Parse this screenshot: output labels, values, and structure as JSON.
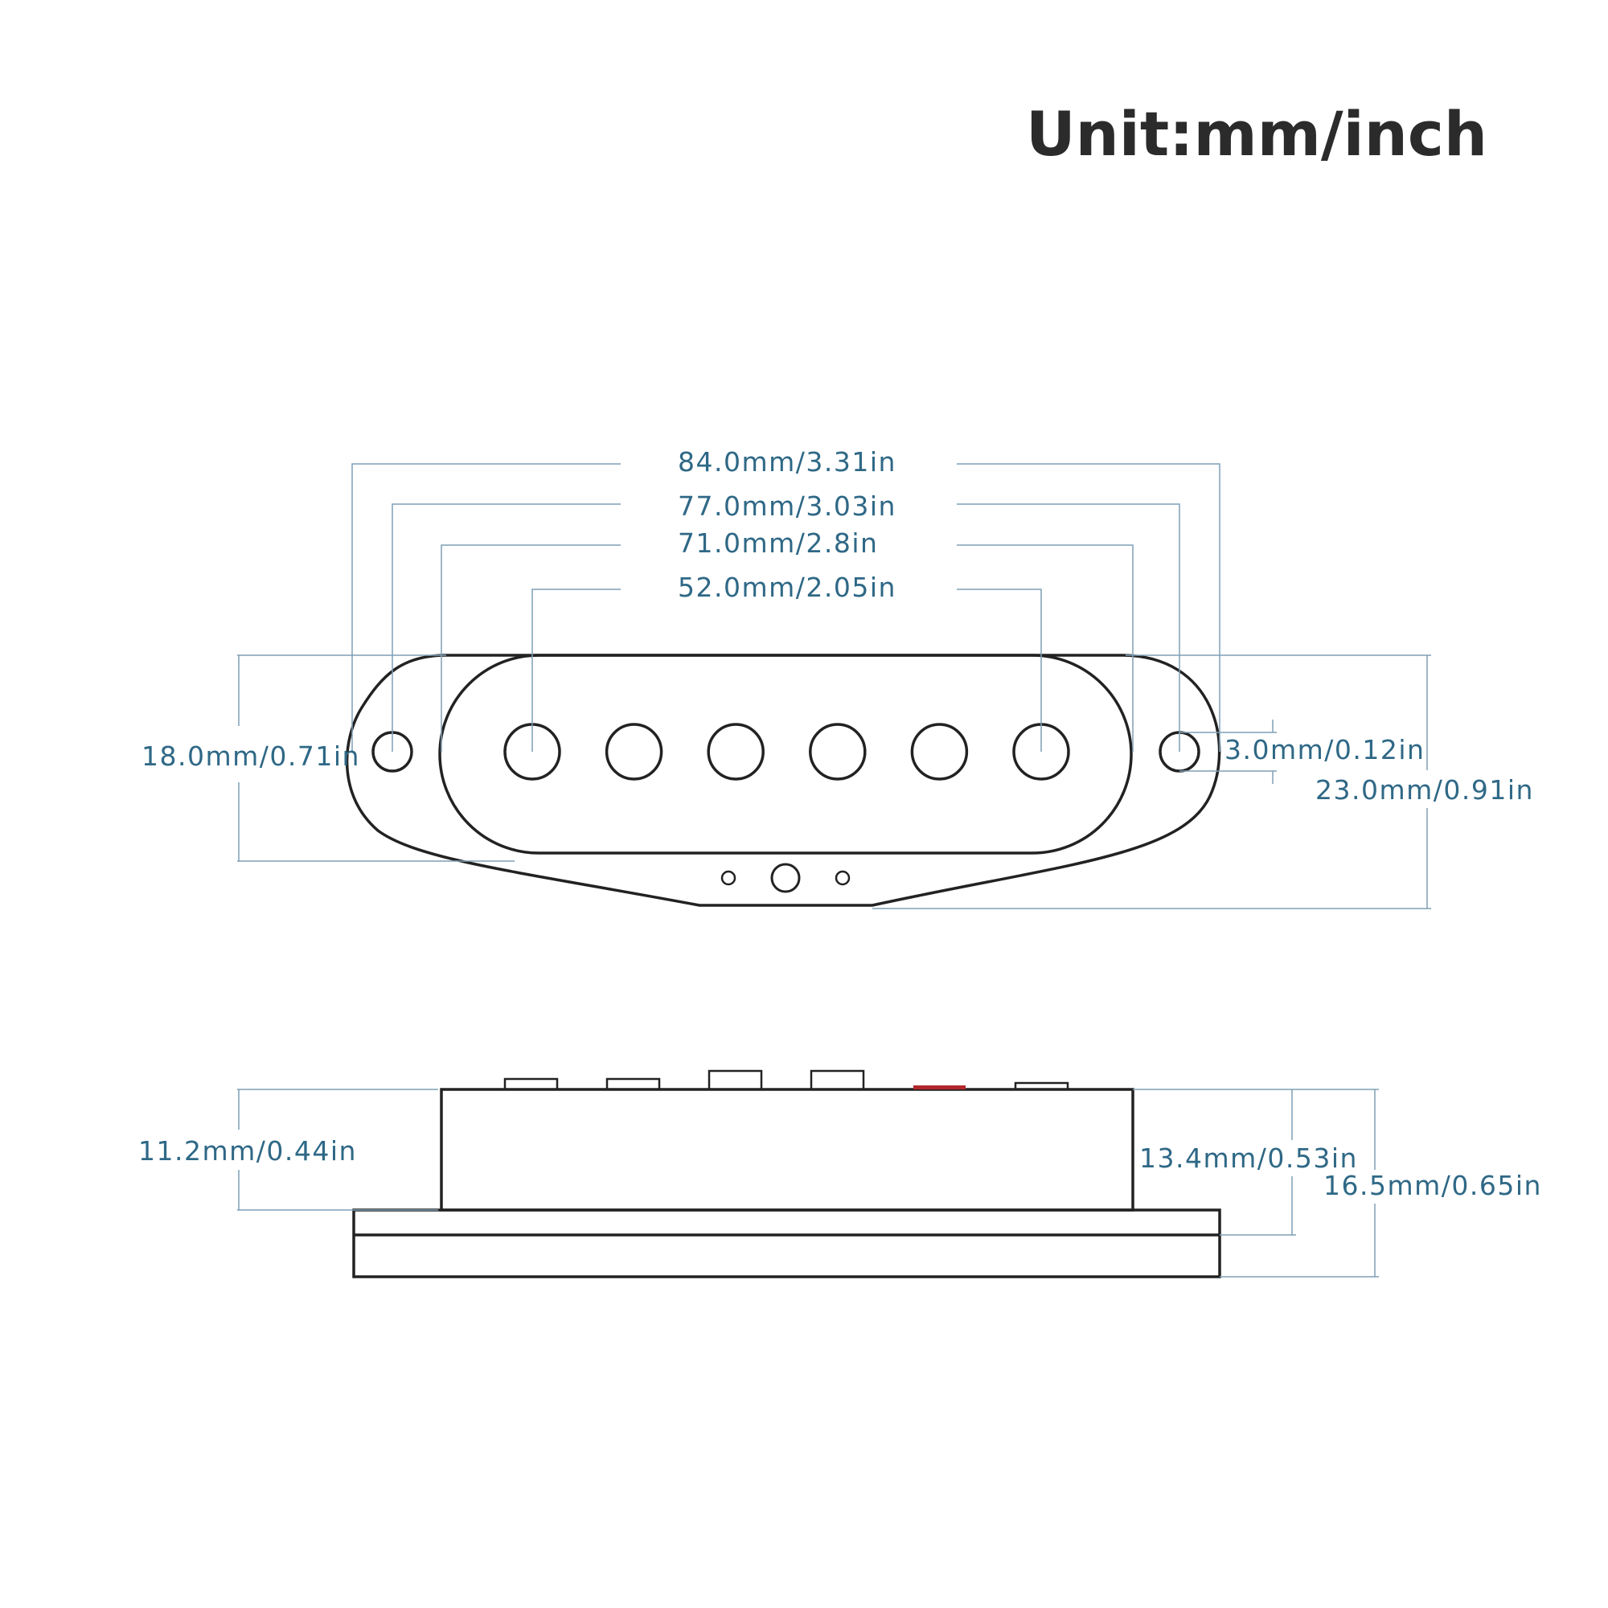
{
  "unit_title": "Unit:mm/inch",
  "colors": {
    "dimension_text": "#2f6886",
    "dimension_line": "#7f9fb5",
    "outline": "#222222",
    "accent_magnet": "#b2272c"
  },
  "top_view": {
    "pole_piece_count": 6,
    "dimensions": {
      "overall_length": "84.0mm/3.31in",
      "mounting_hole_spacing": "77.0mm/3.03in",
      "bobbin_length": "71.0mm/2.8in",
      "pole_span": "52.0mm/2.05in",
      "bobbin_width": "18.0mm/0.71in",
      "mounting_hole_diameter": "3.0mm/0.12in",
      "overall_width": "23.0mm/0.91in"
    }
  },
  "side_view": {
    "dimensions": {
      "bobbin_height": "11.2mm/0.44in",
      "height_to_base": "13.4mm/0.53in",
      "total_height": "16.5mm/0.65in"
    }
  }
}
